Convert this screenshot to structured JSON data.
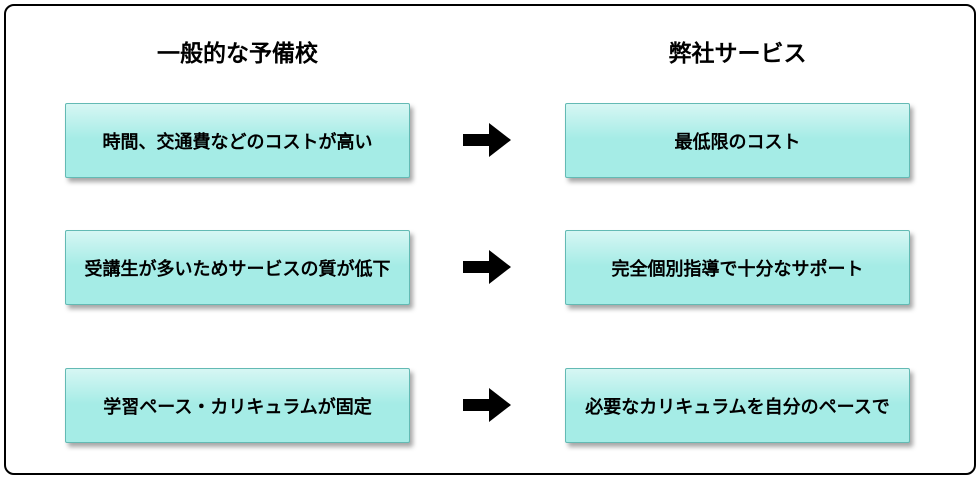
{
  "headers": {
    "left": "一般的な予備校",
    "right": "弊社サービス"
  },
  "rows": [
    {
      "left": "時間、交通費などのコストが高い",
      "right": "最低限のコスト"
    },
    {
      "left": "受講生が多いためサービスの質が低下",
      "right": "完全個別指導で十分なサポート"
    },
    {
      "left": "学習ペース・カリキュラムが固定",
      "right": "必要なカリキュラムを自分のペースで"
    }
  ],
  "icons": {
    "row_arrow": "right-arrow-icon"
  },
  "colors": {
    "frame_border": "#000000",
    "background": "#ffffff",
    "box_fill": "#a5ece6",
    "box_border": "#63bab4",
    "arrow": "#000000",
    "text": "#000000"
  }
}
